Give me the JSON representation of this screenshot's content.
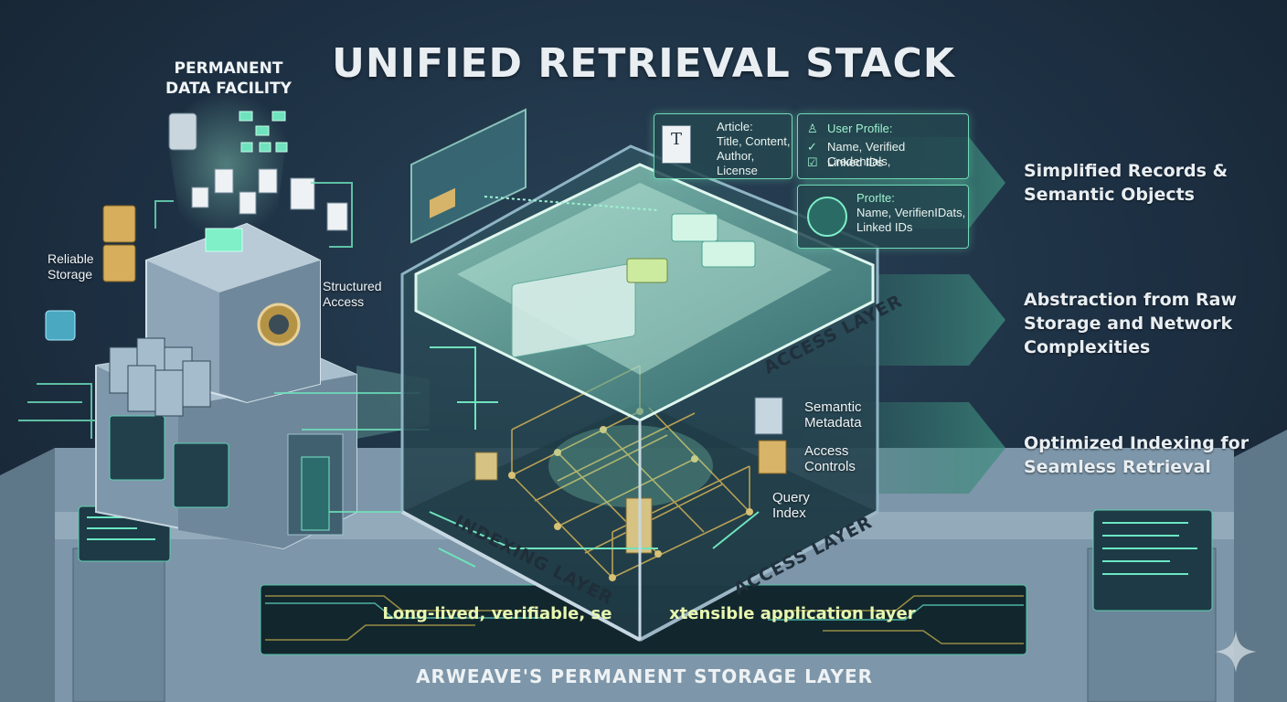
{
  "title": "UNIFIED RETRIEVAL STACK",
  "facility": {
    "title_line1": "PERMANENT",
    "title_line2": "DATA FACILITY",
    "reliable_storage": [
      "Reliable",
      "Storage"
    ],
    "structured_access": [
      "Structured",
      "Access"
    ]
  },
  "cards": {
    "article": {
      "head": "Article:",
      "lines": [
        "Title, Content,",
        "Author,",
        "License"
      ]
    },
    "user_profile": {
      "head": "User Profile:",
      "lines": [
        "Name, Verified Credentials,",
        "Linked IDs"
      ]
    },
    "profile": {
      "head": "Prorlte:",
      "lines": [
        "Name, VerifienIDats,",
        "Linked IDs"
      ]
    }
  },
  "cube_labels": {
    "semantic_metadata": [
      "Semantic",
      "Metadata"
    ],
    "access_controls": [
      "Access",
      "Controls"
    ],
    "query_index": [
      "Query",
      "Index"
    ]
  },
  "layer_tags": {
    "access_top": "ACCESS LAYER",
    "indexing": "INDEXING LAYER",
    "access_bottom": "ACCESS LAYER"
  },
  "benefits": [
    [
      "Simplified Records &",
      "Semantic Objects"
    ],
    [
      "Abstraction from Raw",
      "Storage and Network",
      "Complexities"
    ],
    [
      "Optimized Indexing for",
      "Seamless Retrieval"
    ]
  ],
  "band_text": "Long-lived, verifiable, se          xtensible application layer",
  "bottom_text": "ARWEAVE'S PERMANENT STORAGE LAYER",
  "colors": {
    "accent": "#6fe3bd",
    "background": "#1d3043",
    "band_text": "#e8f7b0"
  }
}
